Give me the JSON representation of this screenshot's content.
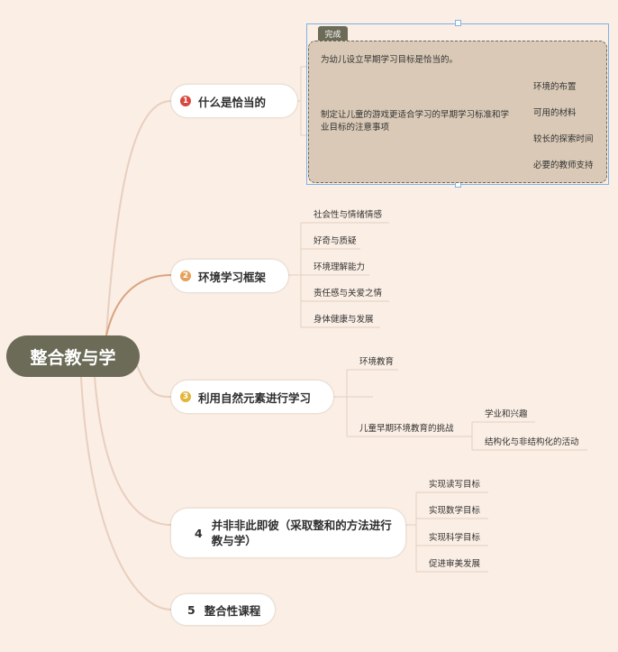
{
  "root": "整合教与学",
  "colors": {
    "background": "#fbeee4",
    "root": "#6b6b57",
    "link": "#e8cfc0",
    "boundary_fill": "#d9c9b6",
    "selection": "#7fb2e8",
    "num1": "#d9473d",
    "num2": "#e6a05a",
    "num3": "#e2b53a"
  },
  "branches": [
    {
      "number": "1",
      "label": "什么是恰当的",
      "boundary_tag": "完成",
      "children": [
        {
          "label": "为幼儿设立早期学习目标是恰当的。"
        },
        {
          "label": "制定让儿童的游戏更适合学习的早期学习标准和学业目标的注意事项",
          "children": [
            "环境的布置",
            "可用的材料",
            "较长的探索时间",
            "必要的教师支持"
          ]
        }
      ]
    },
    {
      "number": "2",
      "label": "环境学习框架",
      "children": [
        "社会性与情绪情感",
        "好奇与质疑",
        "环境理解能力",
        "责任感与关爱之情",
        "身体健康与发展"
      ]
    },
    {
      "number": "3",
      "label": "利用自然元素进行学习",
      "children": [
        {
          "label": "环境教育"
        },
        {
          "label": ""
        },
        {
          "label": "儿童早期环境教育的挑战",
          "children": [
            "学业和兴趣",
            "结构化与非结构化的活动"
          ]
        }
      ]
    },
    {
      "number": "4",
      "label": "并非非此即彼（采取整和的方法进行教与学）",
      "children": [
        "实现读写目标",
        "实现数学目标",
        "实现科学目标",
        "促进审美发展"
      ]
    },
    {
      "number": "5",
      "label": "整合性课程"
    }
  ]
}
